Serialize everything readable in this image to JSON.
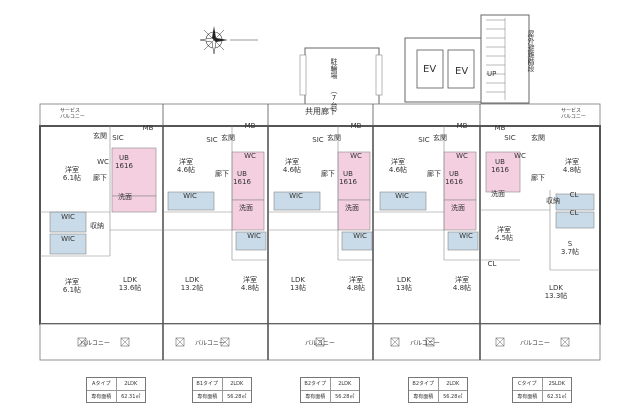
{
  "top": {
    "bike_parking": "駐輪場\n（7台）",
    "ev_1": "EV",
    "ev_2": "EV",
    "up": "UP",
    "outdoor_stairs": "屋外避難階段",
    "corridor": "共用廊下"
  },
  "service_balcony_left": "サービス\nバルコニー",
  "service_balcony_right": "サービス\nバルコニー",
  "units": [
    {
      "id": "A",
      "rooms": [
        {
          "label": "洋室\n6.1帖"
        },
        {
          "label": "洋室\n6.1帖"
        },
        {
          "label": "LDK\n13.6帖"
        },
        {
          "label": "WIC"
        },
        {
          "label": "WIC"
        },
        {
          "label": "UB\n1616"
        },
        {
          "label": "洗面"
        },
        {
          "label": "廊下"
        },
        {
          "label": "玄関"
        },
        {
          "label": "SIC"
        },
        {
          "label": "MB"
        },
        {
          "label": "WC"
        },
        {
          "label": "収納"
        }
      ]
    },
    {
      "id": "B1",
      "rooms": [
        {
          "label": "洋室\n4.6帖"
        },
        {
          "label": "LDK\n13.2帖"
        },
        {
          "label": "洋室\n4.8帖"
        },
        {
          "label": "WIC"
        },
        {
          "label": "WIC"
        },
        {
          "label": "UB\n1616"
        },
        {
          "label": "洗面"
        },
        {
          "label": "廊下"
        },
        {
          "label": "玄関"
        },
        {
          "label": "SIC"
        },
        {
          "label": "WC"
        },
        {
          "label": "MB"
        }
      ]
    },
    {
      "id": "B2",
      "rooms": [
        {
          "label": "洋室\n4.6帖"
        },
        {
          "label": "LDK\n13帖"
        },
        {
          "label": "洋室\n4.8帖"
        },
        {
          "label": "WIC"
        },
        {
          "label": "WIC"
        },
        {
          "label": "UB\n1616"
        },
        {
          "label": "洗面"
        },
        {
          "label": "廊下"
        },
        {
          "label": "玄関"
        },
        {
          "label": "SIC"
        },
        {
          "label": "WC"
        },
        {
          "label": "MB"
        }
      ]
    },
    {
      "id": "B2r",
      "rooms": [
        {
          "label": "洋室\n4.6帖"
        },
        {
          "label": "LDK\n13帖"
        },
        {
          "label": "洋室\n4.8帖"
        },
        {
          "label": "WIC"
        },
        {
          "label": "WIC"
        },
        {
          "label": "UB\n1616"
        },
        {
          "label": "洗面"
        },
        {
          "label": "廊下"
        },
        {
          "label": "玄関"
        },
        {
          "label": "SIC"
        },
        {
          "label": "WC"
        },
        {
          "label": "MB"
        }
      ]
    },
    {
      "id": "C",
      "rooms": [
        {
          "label": "洋室\n4.8帖"
        },
        {
          "label": "洋室\n4.5帖"
        },
        {
          "label": "LDK\n13.3帖"
        },
        {
          "label": "S\n3.7帖"
        },
        {
          "label": "CL"
        },
        {
          "label": "CL"
        },
        {
          "label": "CL"
        },
        {
          "label": "UB\n1616"
        },
        {
          "label": "洗面"
        },
        {
          "label": "廊下"
        },
        {
          "label": "玄関"
        },
        {
          "label": "SIC"
        },
        {
          "label": "WC"
        },
        {
          "label": "MB"
        },
        {
          "label": "収納"
        }
      ]
    }
  ],
  "balconies": [
    "バルコニー",
    "バルコニー",
    "バルコニー",
    "バルコニー",
    "バルコニー"
  ],
  "legend": [
    {
      "type": "A",
      "type_suffix": "タイプ",
      "layout": "2LDK",
      "area_label": "専有面積",
      "area": "62.31㎡"
    },
    {
      "type": "B1",
      "type_suffix": "タイプ",
      "layout": "2LDK",
      "area_label": "専有面積",
      "area": "56.28㎡"
    },
    {
      "type": "B2",
      "type_suffix": "タイプ",
      "layout": "2LDK",
      "area_label": "専有面積",
      "area": "56.28㎡"
    },
    {
      "type": "B2",
      "type_suffix": "タイプ",
      "layout": "2LDK",
      "area_label": "専有面積",
      "area": "56.28㎡"
    },
    {
      "type": "C",
      "type_suffix": "タイプ",
      "layout": "2SLDK",
      "area_label": "専有面積",
      "area": "62.31㎡"
    }
  ],
  "colors": {
    "wall": "#666666",
    "wic_fill": "#c9dbe8",
    "wet_fill": "#f4cfe0",
    "line": "#555555"
  }
}
